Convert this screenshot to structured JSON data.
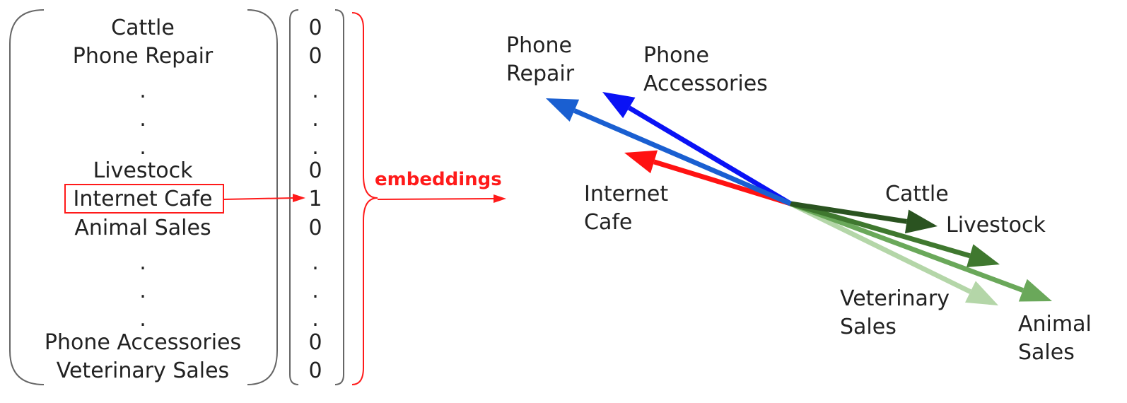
{
  "one_hot": {
    "labels": [
      "Cattle",
      "Phone Repair",
      ".",
      ".",
      ".",
      "Livestock",
      "Internet Cafe",
      "Animal Sales",
      ".",
      ".",
      ".",
      "Phone Accessories",
      "Veterinary Sales"
    ],
    "values": [
      "0",
      "0",
      ".",
      ".",
      ".",
      "0",
      "1",
      "0",
      ".",
      ".",
      ".",
      "0",
      "0"
    ],
    "highlighted": "Internet Cafe"
  },
  "embeddings_label": "embeddings",
  "vectors": [
    {
      "lines": [
        "Phone",
        "Repair"
      ],
      "color": "#1a5fd1"
    },
    {
      "lines": [
        "Phone",
        "Accessories"
      ],
      "color": "#0a12f5"
    },
    {
      "lines": [
        "Internet",
        "Cafe"
      ],
      "color": "#ff1212"
    },
    {
      "lines": [
        "Cattle"
      ],
      "color": "#2a5320"
    },
    {
      "lines": [
        "Livestock"
      ],
      "color": "#3f782f"
    },
    {
      "lines": [
        "Veterinary",
        "Sales"
      ],
      "color": "#b4d6a8"
    },
    {
      "lines": [
        "Animal",
        "Sales"
      ],
      "color": "#6aa85a"
    }
  ]
}
